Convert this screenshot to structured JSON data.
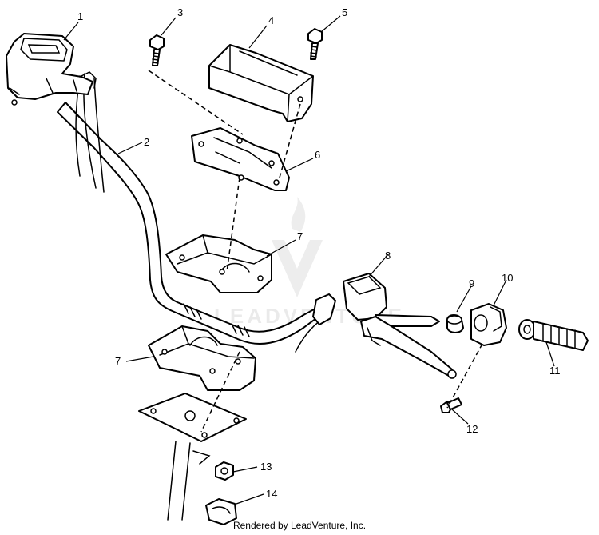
{
  "diagram": {
    "callouts": [
      {
        "num": "1"
      },
      {
        "num": "2"
      },
      {
        "num": "3"
      },
      {
        "num": "4"
      },
      {
        "num": "5"
      },
      {
        "num": "6"
      },
      {
        "num": "7"
      },
      {
        "num": "7"
      },
      {
        "num": "8"
      },
      {
        "num": "9"
      },
      {
        "num": "10"
      },
      {
        "num": "11"
      },
      {
        "num": "12"
      },
      {
        "num": "13"
      },
      {
        "num": "14"
      }
    ],
    "watermark_text": "LEADVENTURE",
    "watermark_icon": "flame-v-logo-icon"
  },
  "footer": {
    "credit": "Rendered by LeadVenture, Inc."
  }
}
